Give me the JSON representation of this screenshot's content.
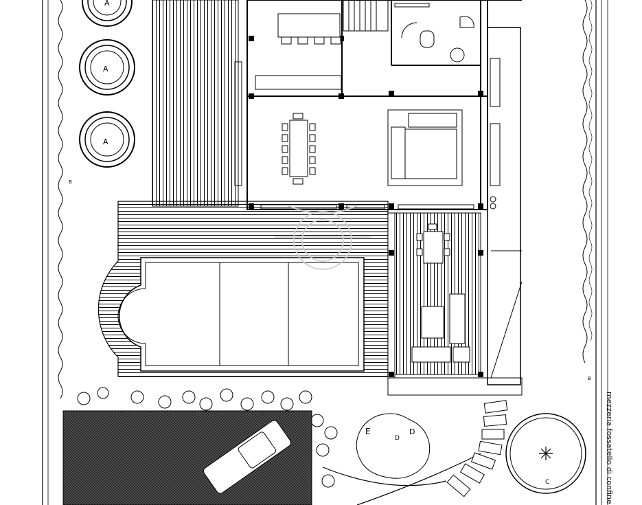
{
  "plan": {
    "boundary_label": "mezzeria fossatello di confine",
    "tree_labels": [
      "A",
      "A",
      "A"
    ],
    "plant_labels": [
      "E",
      "D",
      "D",
      "C",
      "B",
      "B"
    ],
    "line_color": "#000000",
    "background": "#ffffff",
    "hatch_color": "#3a3a3a",
    "watermark_color": "#d8d8d8"
  }
}
